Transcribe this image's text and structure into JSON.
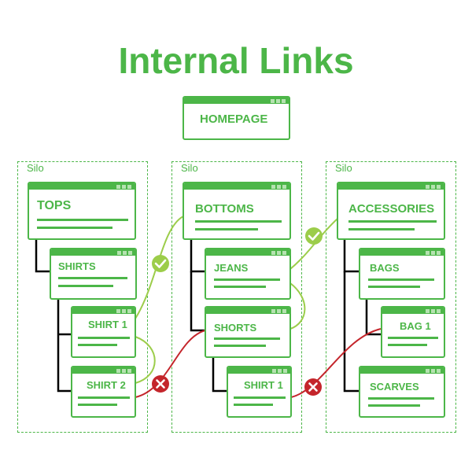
{
  "title": "Internal Links",
  "silo_label": "Silo",
  "colors": {
    "green": "#4cb648",
    "light_green": "#9ccd4a",
    "red": "#c4252b",
    "dot": "#b5e2b0"
  },
  "homepage": {
    "label": "HOMEPAGE"
  },
  "silos": [
    {
      "label": "Silo",
      "pages": [
        {
          "label": "TOPS",
          "level": 0
        },
        {
          "label": "SHIRTS",
          "level": 1
        },
        {
          "label": "SHIRT 1",
          "level": 2
        },
        {
          "label": "SHIRT 2",
          "level": 2
        }
      ]
    },
    {
      "label": "Silo",
      "pages": [
        {
          "label": "BOTTOMS",
          "level": 0
        },
        {
          "label": "JEANS",
          "level": 1
        },
        {
          "label": "SHORTS",
          "level": 1
        },
        {
          "label": "SHIRT 1",
          "level": 2
        }
      ]
    },
    {
      "label": "Silo",
      "pages": [
        {
          "label": "ACCESSORIES",
          "level": 0
        },
        {
          "label": "BAGS",
          "level": 1
        },
        {
          "label": "BAG 1",
          "level": 2
        },
        {
          "label": "SCARVES",
          "level": 1
        }
      ]
    }
  ],
  "link_badges": [
    {
      "type": "valid",
      "icon": "check-icon"
    },
    {
      "type": "valid",
      "icon": "check-icon"
    },
    {
      "type": "invalid",
      "icon": "cross-icon"
    },
    {
      "type": "invalid",
      "icon": "cross-icon"
    }
  ]
}
